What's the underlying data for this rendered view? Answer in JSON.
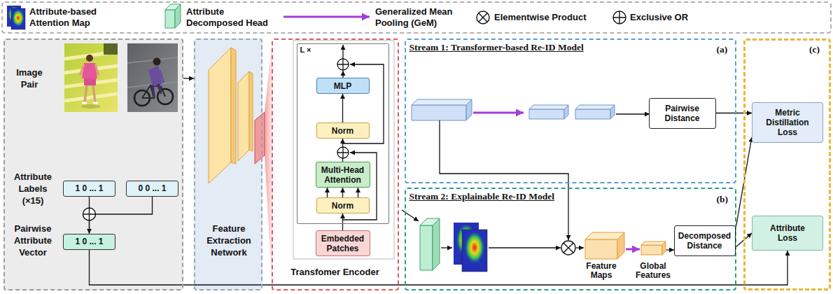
{
  "diagram": {
    "nodes": [
      {
        "text": [
          "Image Pair",
          "Attribute Labels (×15)",
          "Pairwise Attribute Vector"
        ]
      },
      {
        "text": [
          "1 0 ... 1"
        ],
        "in": 0
      },
      {
        "text": [
          "0 0 ... 1"
        ],
        "in": 0
      },
      {
        "text": [
          "1 0 ... 1"
        ],
        "in": 0
      },
      {
        "text": [
          "Feature Extraction Network"
        ]
      },
      {
        "text": [
          "Transfomer Encoder"
        ]
      },
      {
        "text": [
          "L ×"
        ],
        "in": 5
      },
      {
        "text": [
          "MLP"
        ],
        "in": 6
      },
      {
        "text": [
          "Norm"
        ],
        "in": 6
      },
      {
        "text": [
          "Multi-Head Attention"
        ],
        "in": 6
      },
      {
        "text": [
          "Norm"
        ],
        "in": 6
      },
      {
        "text": [
          "Embedded Patches"
        ],
        "in": 5
      },
      {
        "text": [
          "Stream 1: Transformer-based Re-ID Model",
          "(a)"
        ]
      },
      {
        "text": [
          "Pairwise Distance"
        ],
        "in": 12
      },
      {
        "text": [
          "Stream 2: Explainable Re-ID Model",
          "(b)"
        ]
      },
      {
        "text": [
          "Decomposed Distance"
        ],
        "in": 14
      },
      {
        "text": [
          "(c)"
        ]
      },
      {
        "text": [
          "Metric Distillation Loss"
        ],
        "in": 16
      },
      {
        "text": [
          "Attribute Loss"
        ],
        "in": 16
      }
    ],
    "edges": [
      {
        "from": 1,
        "to": 3,
        "arrow": "to"
      },
      {
        "from": 2,
        "to": 3,
        "arrow": "to"
      },
      {
        "from": 0,
        "to": 4,
        "arrow": "to"
      },
      {
        "from": 11,
        "to": 10,
        "arrow": "to"
      },
      {
        "from": 10,
        "to": 9,
        "arrow": "to"
      },
      {
        "from": 10,
        "to": 9,
        "arrow": "to"
      },
      {
        "from": 10,
        "to": 9,
        "arrow": "to"
      },
      {
        "from": 9,
        "to": 8,
        "arrow": "to"
      },
      {
        "from": 8,
        "to": 7,
        "arrow": "to"
      },
      {
        "from": 13,
        "to": 17,
        "arrow": "to"
      },
      {
        "from": 15,
        "to": 17,
        "arrow": "to"
      },
      {
        "from": 15,
        "to": 18,
        "arrow": "to"
      },
      {
        "from": 3,
        "to": 18,
        "arrow": "to"
      }
    ],
    "labels": [
      "Feature Maps",
      "Global Features"
    ],
    "legend": [
      {
        "text": "Attribute-based Attention Map"
      },
      {
        "text": "Attribute Decomposed Head"
      },
      {
        "text": "Generalized Mean Pooling (GeM)"
      },
      {
        "text": "Elementwise Product"
      },
      {
        "text": "Exclusive OR"
      }
    ]
  }
}
